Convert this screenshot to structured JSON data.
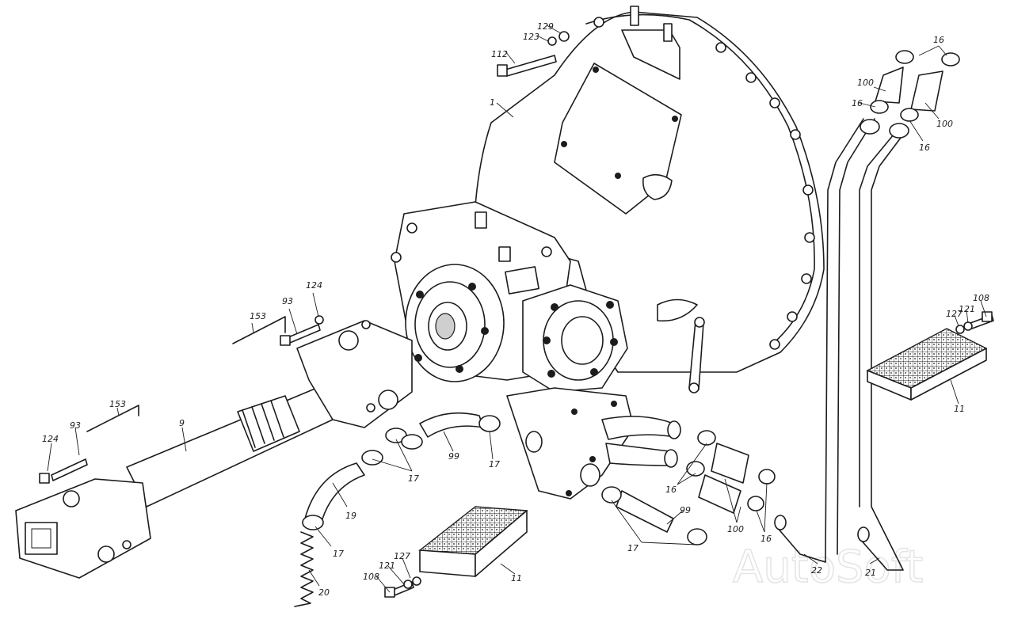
{
  "callouts": {
    "c1": "1",
    "c9": "9",
    "c11a": "11",
    "c11b": "11",
    "c16a": "16",
    "c16b": "16",
    "c16c": "16",
    "c16d": "16",
    "c16e": "16",
    "c17a": "17",
    "c17b": "17",
    "c17c": "17",
    "c17d": "17",
    "c19": "19",
    "c20": "20",
    "c21": "21",
    "c22": "22",
    "c93a": "93",
    "c93b": "93",
    "c99a": "99",
    "c99b": "99",
    "c100a": "100",
    "c100b": "100",
    "c100c": "100",
    "c108a": "108",
    "c108b": "108",
    "c112": "112",
    "c121a": "121",
    "c121b": "121",
    "c123": "123",
    "c124a": "124",
    "c124b": "124",
    "c127a": "127",
    "c127b": "127",
    "c129": "129",
    "c153a": "153",
    "c153b": "153"
  },
  "watermark": "AutoSoft"
}
